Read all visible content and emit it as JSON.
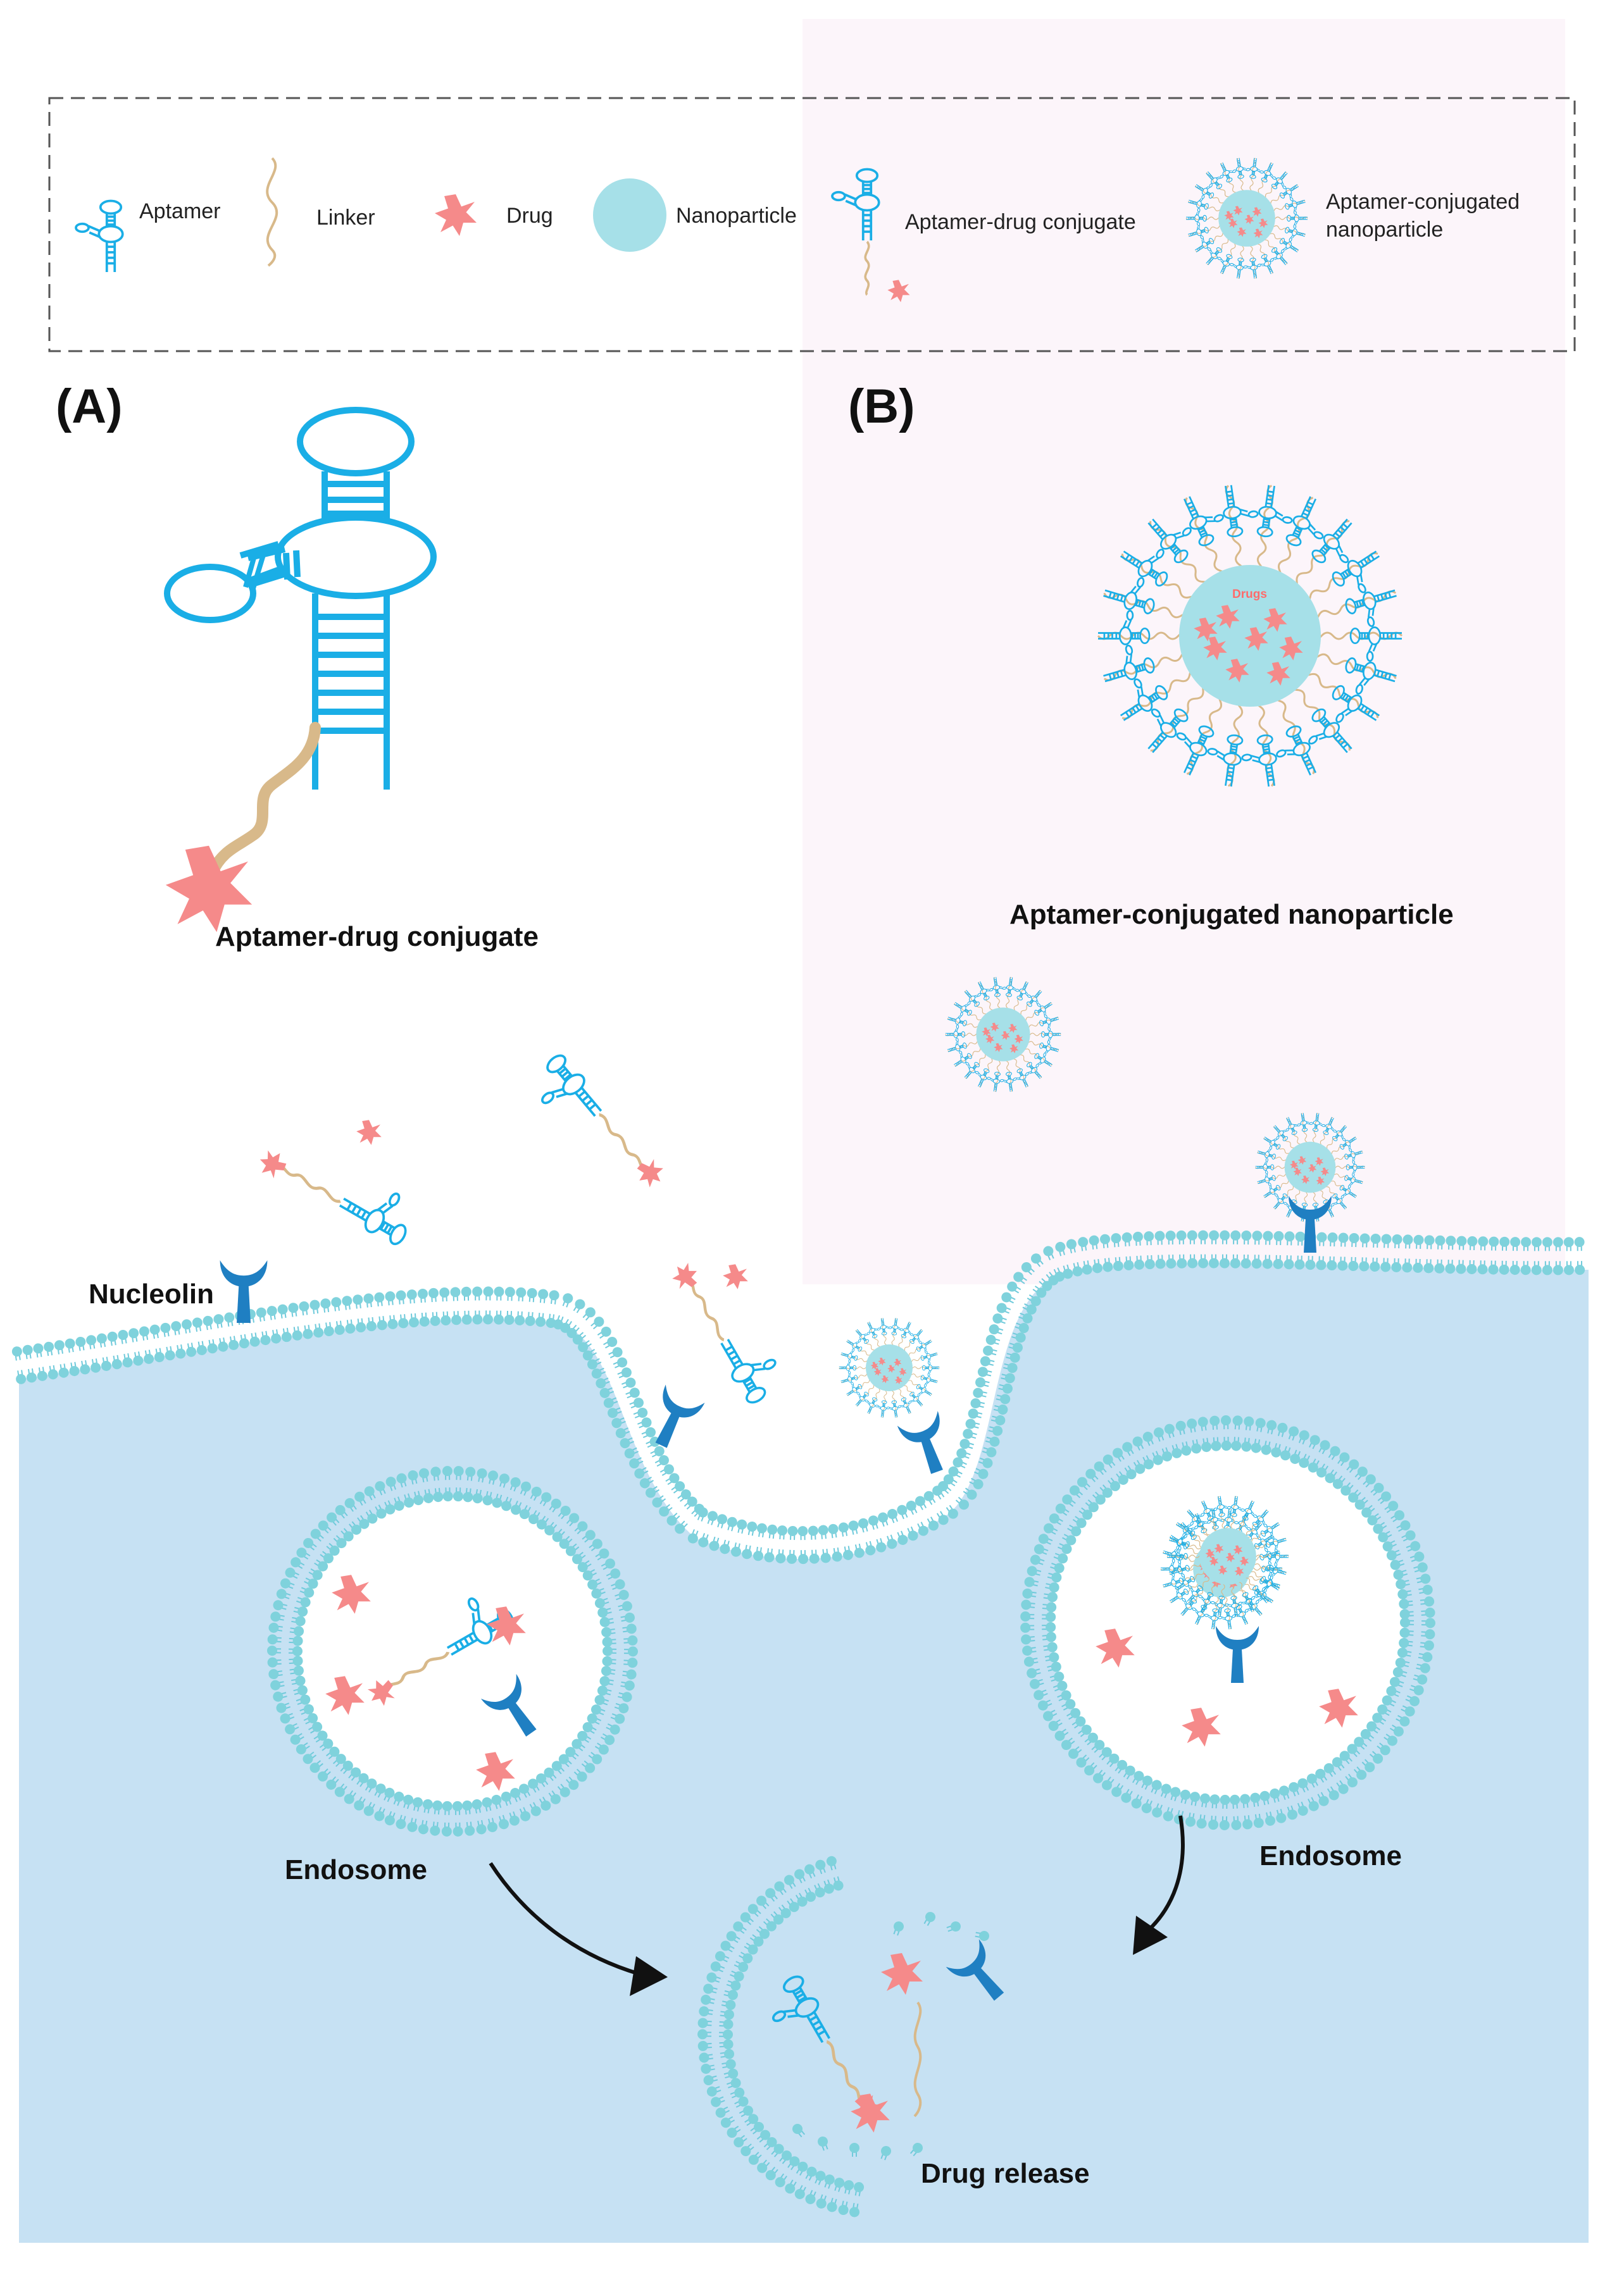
{
  "legend": {
    "aptamer": "Aptamer",
    "linker": "Linker",
    "drug": "Drug",
    "nanoparticle": "Nanoparticle",
    "aptamer_drug_conjugate": "Aptamer-drug conjugate",
    "aptamer_conjugated_np_line1": "Aptamer-conjugated",
    "aptamer_conjugated_np_line2": "nanoparticle"
  },
  "panel_a": {
    "label": "(A)",
    "caption": "Aptamer-drug conjugate"
  },
  "panel_b": {
    "label": "(B)",
    "caption": "Aptamer-conjugated nanoparticle",
    "core_text": "Drugs"
  },
  "cell": {
    "receptor_label": "Nucleolin",
    "endosome_left": "Endosome",
    "endosome_right": "Endosome",
    "drug_release": "Drug release"
  },
  "colors": {
    "aptamer": "#1aaee6",
    "linker": "#d8b98a",
    "drug": "#f58a8a",
    "nanoparticle": "#a6e0e8",
    "membrane_head": "#7fd2dc",
    "cytoplasm": "#c6e1f3",
    "receptor": "#1f7fc2",
    "panel_b_bg": "#fcf5fa"
  }
}
